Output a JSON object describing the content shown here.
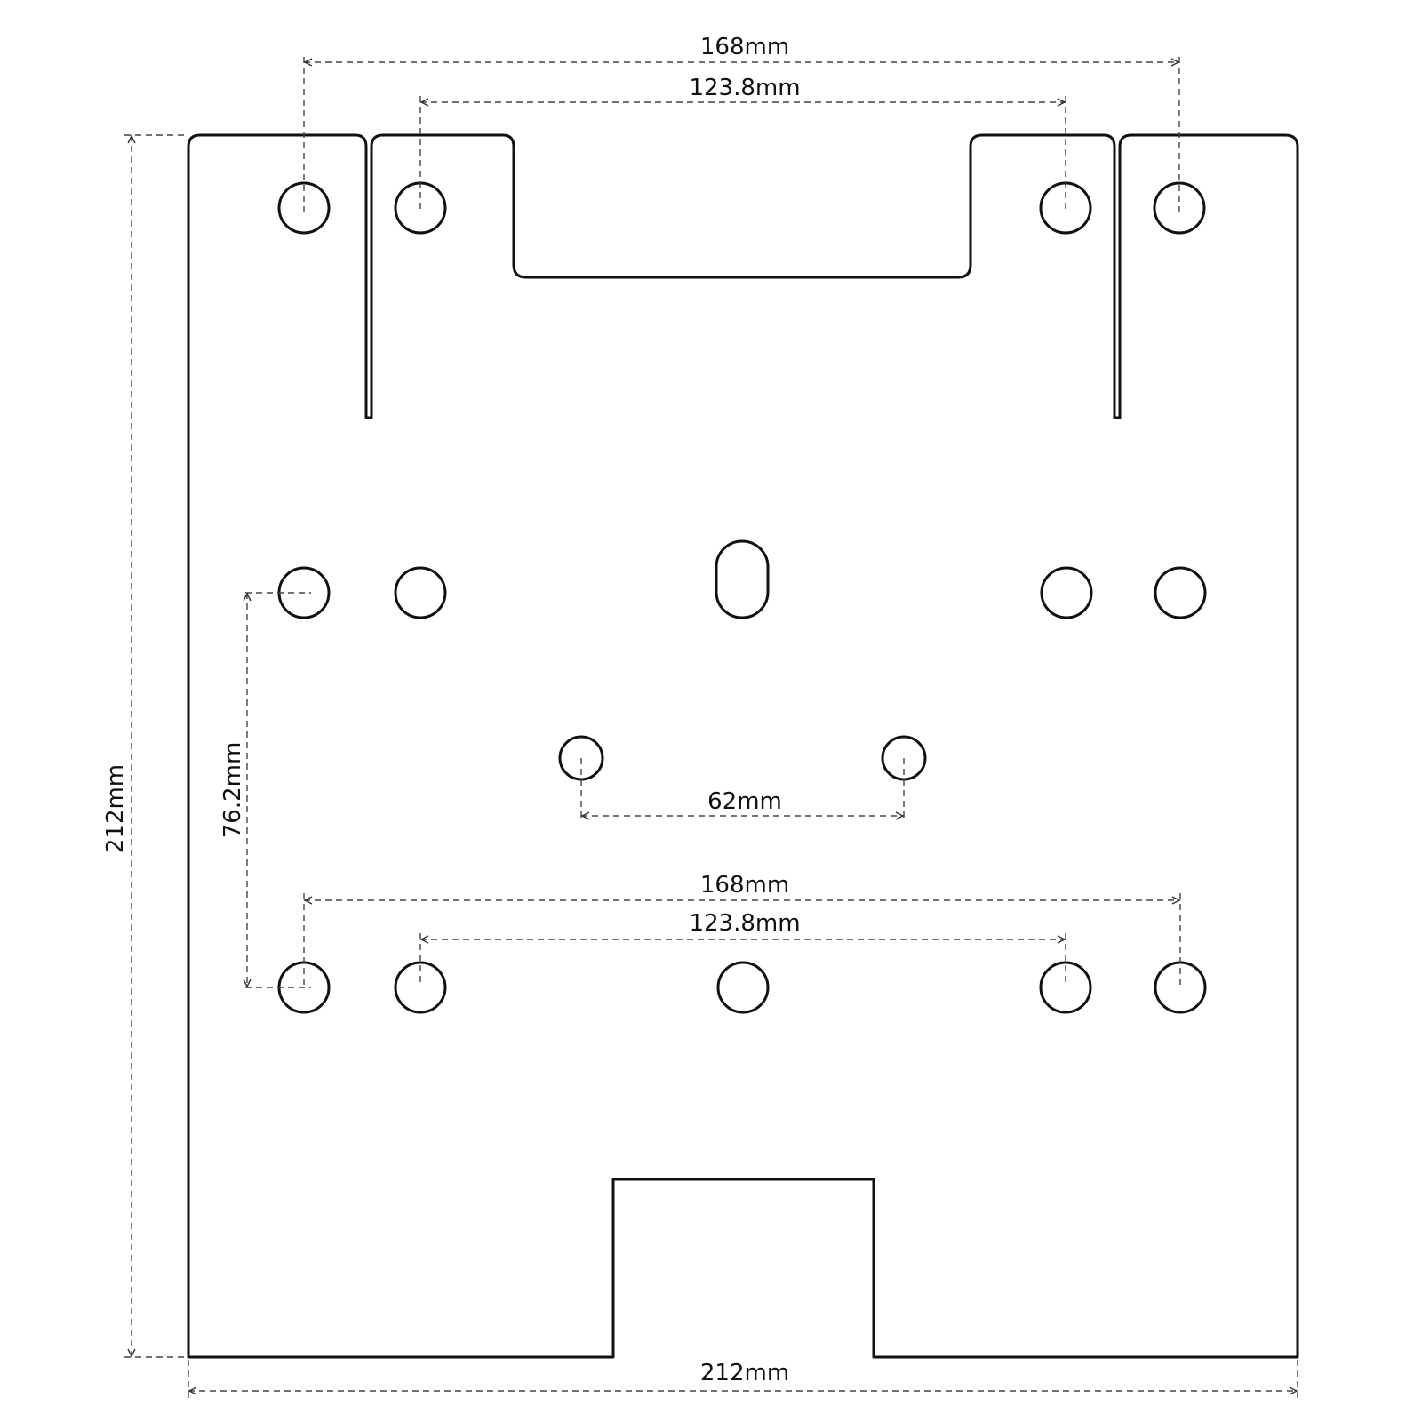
{
  "drawing": {
    "dimensions": {
      "top_outer_span": "168mm",
      "top_inner_span": "123.8mm",
      "center_holes_span": "62mm",
      "bottom_outer_span": "168mm",
      "bottom_inner_span": "123.8mm",
      "vertical_hole_spacing": "76.2mm",
      "overall_height": "212mm",
      "overall_width": "212mm"
    }
  }
}
